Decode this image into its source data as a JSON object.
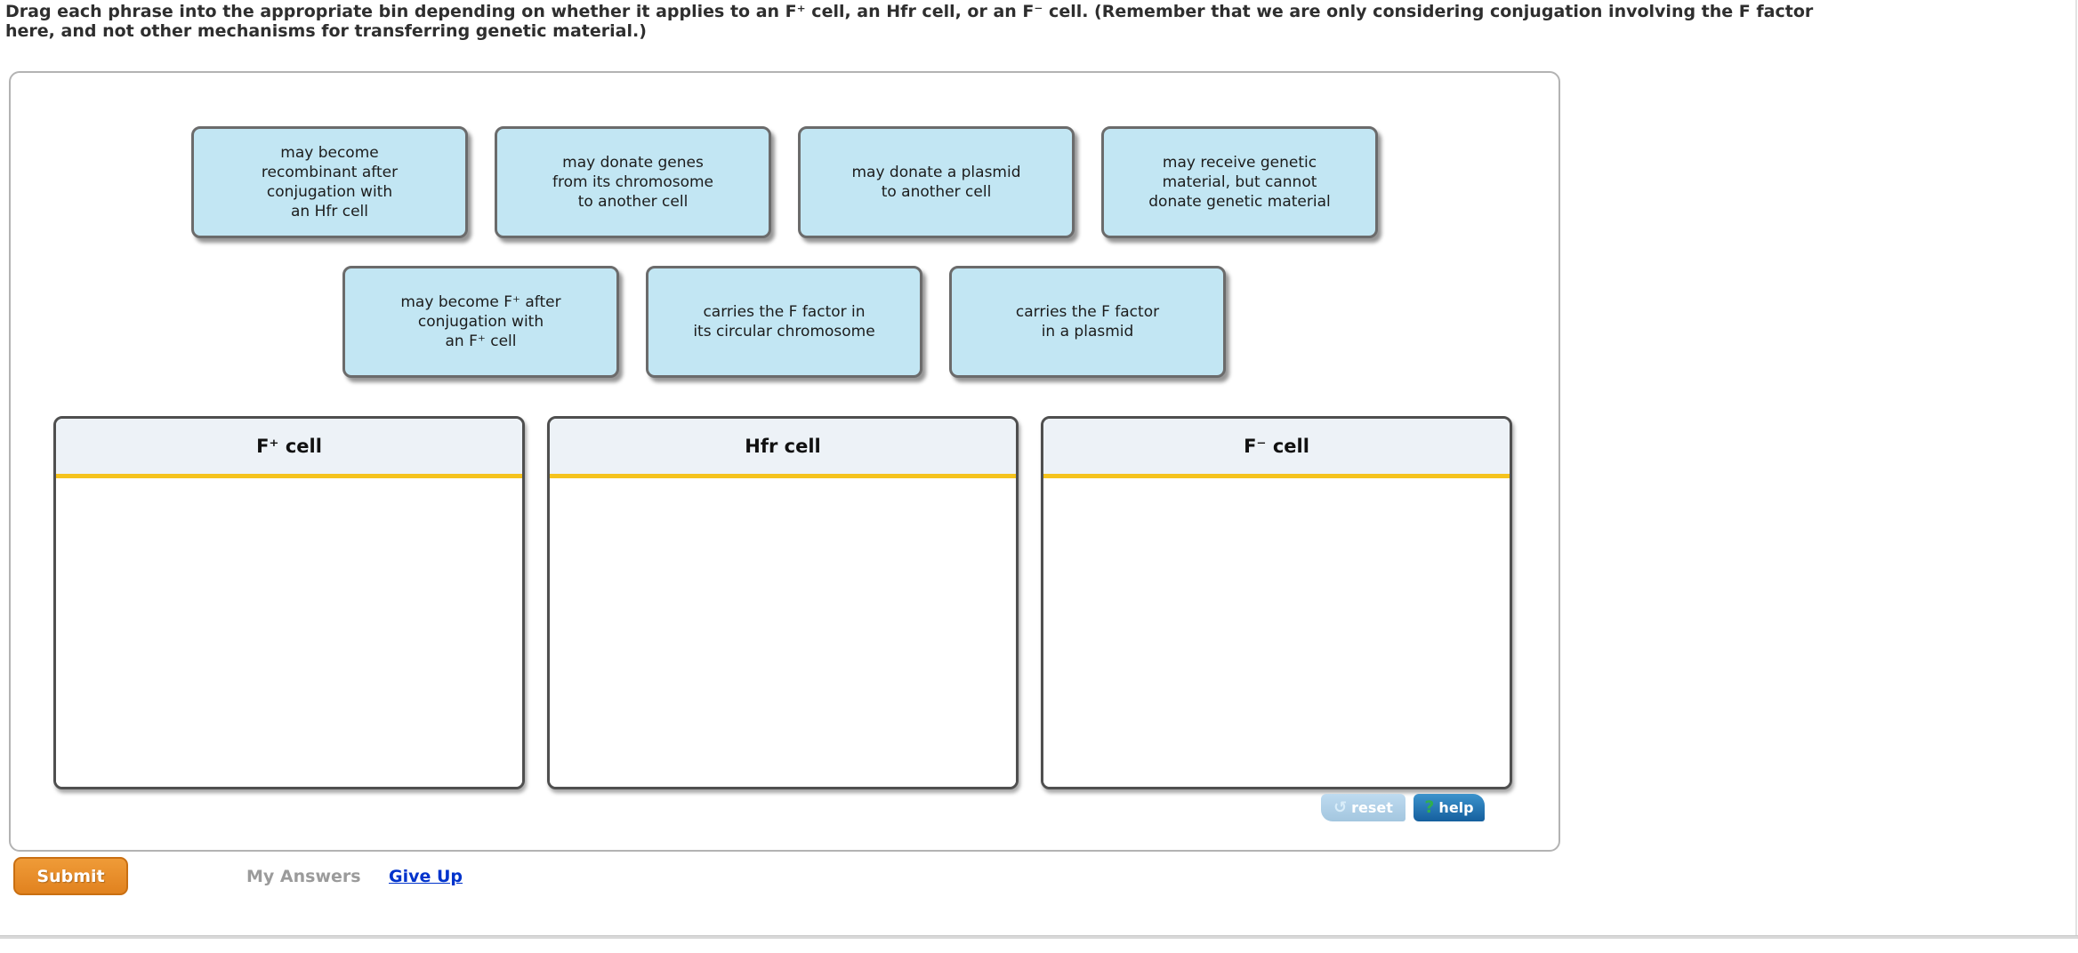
{
  "instruction": {
    "line1": "Drag each phrase into the appropriate bin depending on whether it applies to an F⁺ cell, an Hfr cell, or an F⁻ cell. (Remember that we are only considering conjugation involving the F factor",
    "line2": "here, and not other mechanisms for transferring genetic material.)"
  },
  "chips": [
    {
      "text": "may become\nrecombinant after\nconjugation with\nan Hfr cell"
    },
    {
      "text": "may donate genes\nfrom its chromosome\nto another cell"
    },
    {
      "text": "may donate a plasmid\nto another cell"
    },
    {
      "text": "may receive genetic\nmaterial, but cannot\ndonate genetic material"
    },
    {
      "text": "may become F⁺ after\nconjugation with\nan F⁺ cell"
    },
    {
      "text": "carries the F factor in\nits circular chromosome"
    },
    {
      "text": "carries the F factor\nin a plasmid"
    }
  ],
  "bins": [
    {
      "label": "F⁺ cell"
    },
    {
      "label": "Hfr cell"
    },
    {
      "label": "F⁻ cell"
    }
  ],
  "controls": {
    "reset_icon": "↺",
    "reset_label": "reset",
    "help_icon": "?",
    "help_label": "help"
  },
  "footer": {
    "submit_label": "Submit",
    "my_answers_label": "My Answers",
    "give_up_label": "Give Up"
  },
  "colors": {
    "chip_fill": "#c2e6f3",
    "chip_border": "#6b6b6b",
    "bin_header_fill": "#edf2f7",
    "bin_header_rule": "#f5c31d",
    "submit_orange": "#e78b2b",
    "help_blue": "#1b75bb",
    "reset_blue": "#aacbe4",
    "link_blue": "#0033cc",
    "disabled_gray": "#9b9b9b"
  }
}
